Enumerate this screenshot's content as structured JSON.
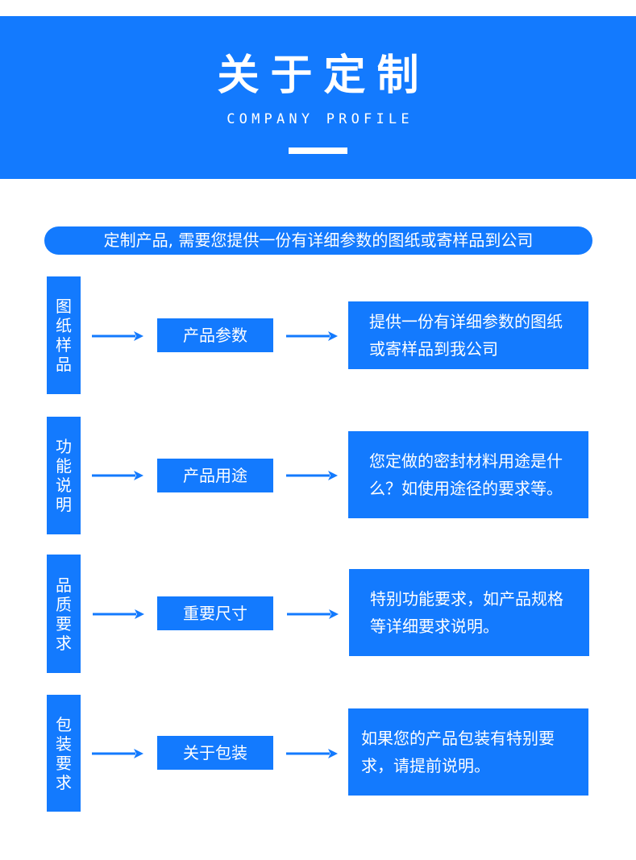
{
  "header": {
    "title": "关于定制",
    "subtitle": "COMPANY PROFILE"
  },
  "intro": "定制产品, 需要您提供一份有详细参数的图纸或寄样品到公司",
  "colors": {
    "accent": "#137afe",
    "text_on_accent": "#ffffff"
  },
  "rows": [
    {
      "category": "图纸 样品",
      "item": "产品参数",
      "description": "提供一份有详细参数的图纸或寄样品到我公司"
    },
    {
      "category": "功能说明",
      "item": "产品用途",
      "description": "您定做的密封材料用途是什么？如使用途径的要求等。"
    },
    {
      "category": "品质要求",
      "item": "重要尺寸",
      "description": "特别功能要求，如产品规格等详细要求说明。"
    },
    {
      "category": "包装要求",
      "item": "关于包装",
      "description": "如果您的产品包装有特别要求，请提前说明。"
    }
  ],
  "icons": {
    "arrow": "arrow-right-icon"
  }
}
